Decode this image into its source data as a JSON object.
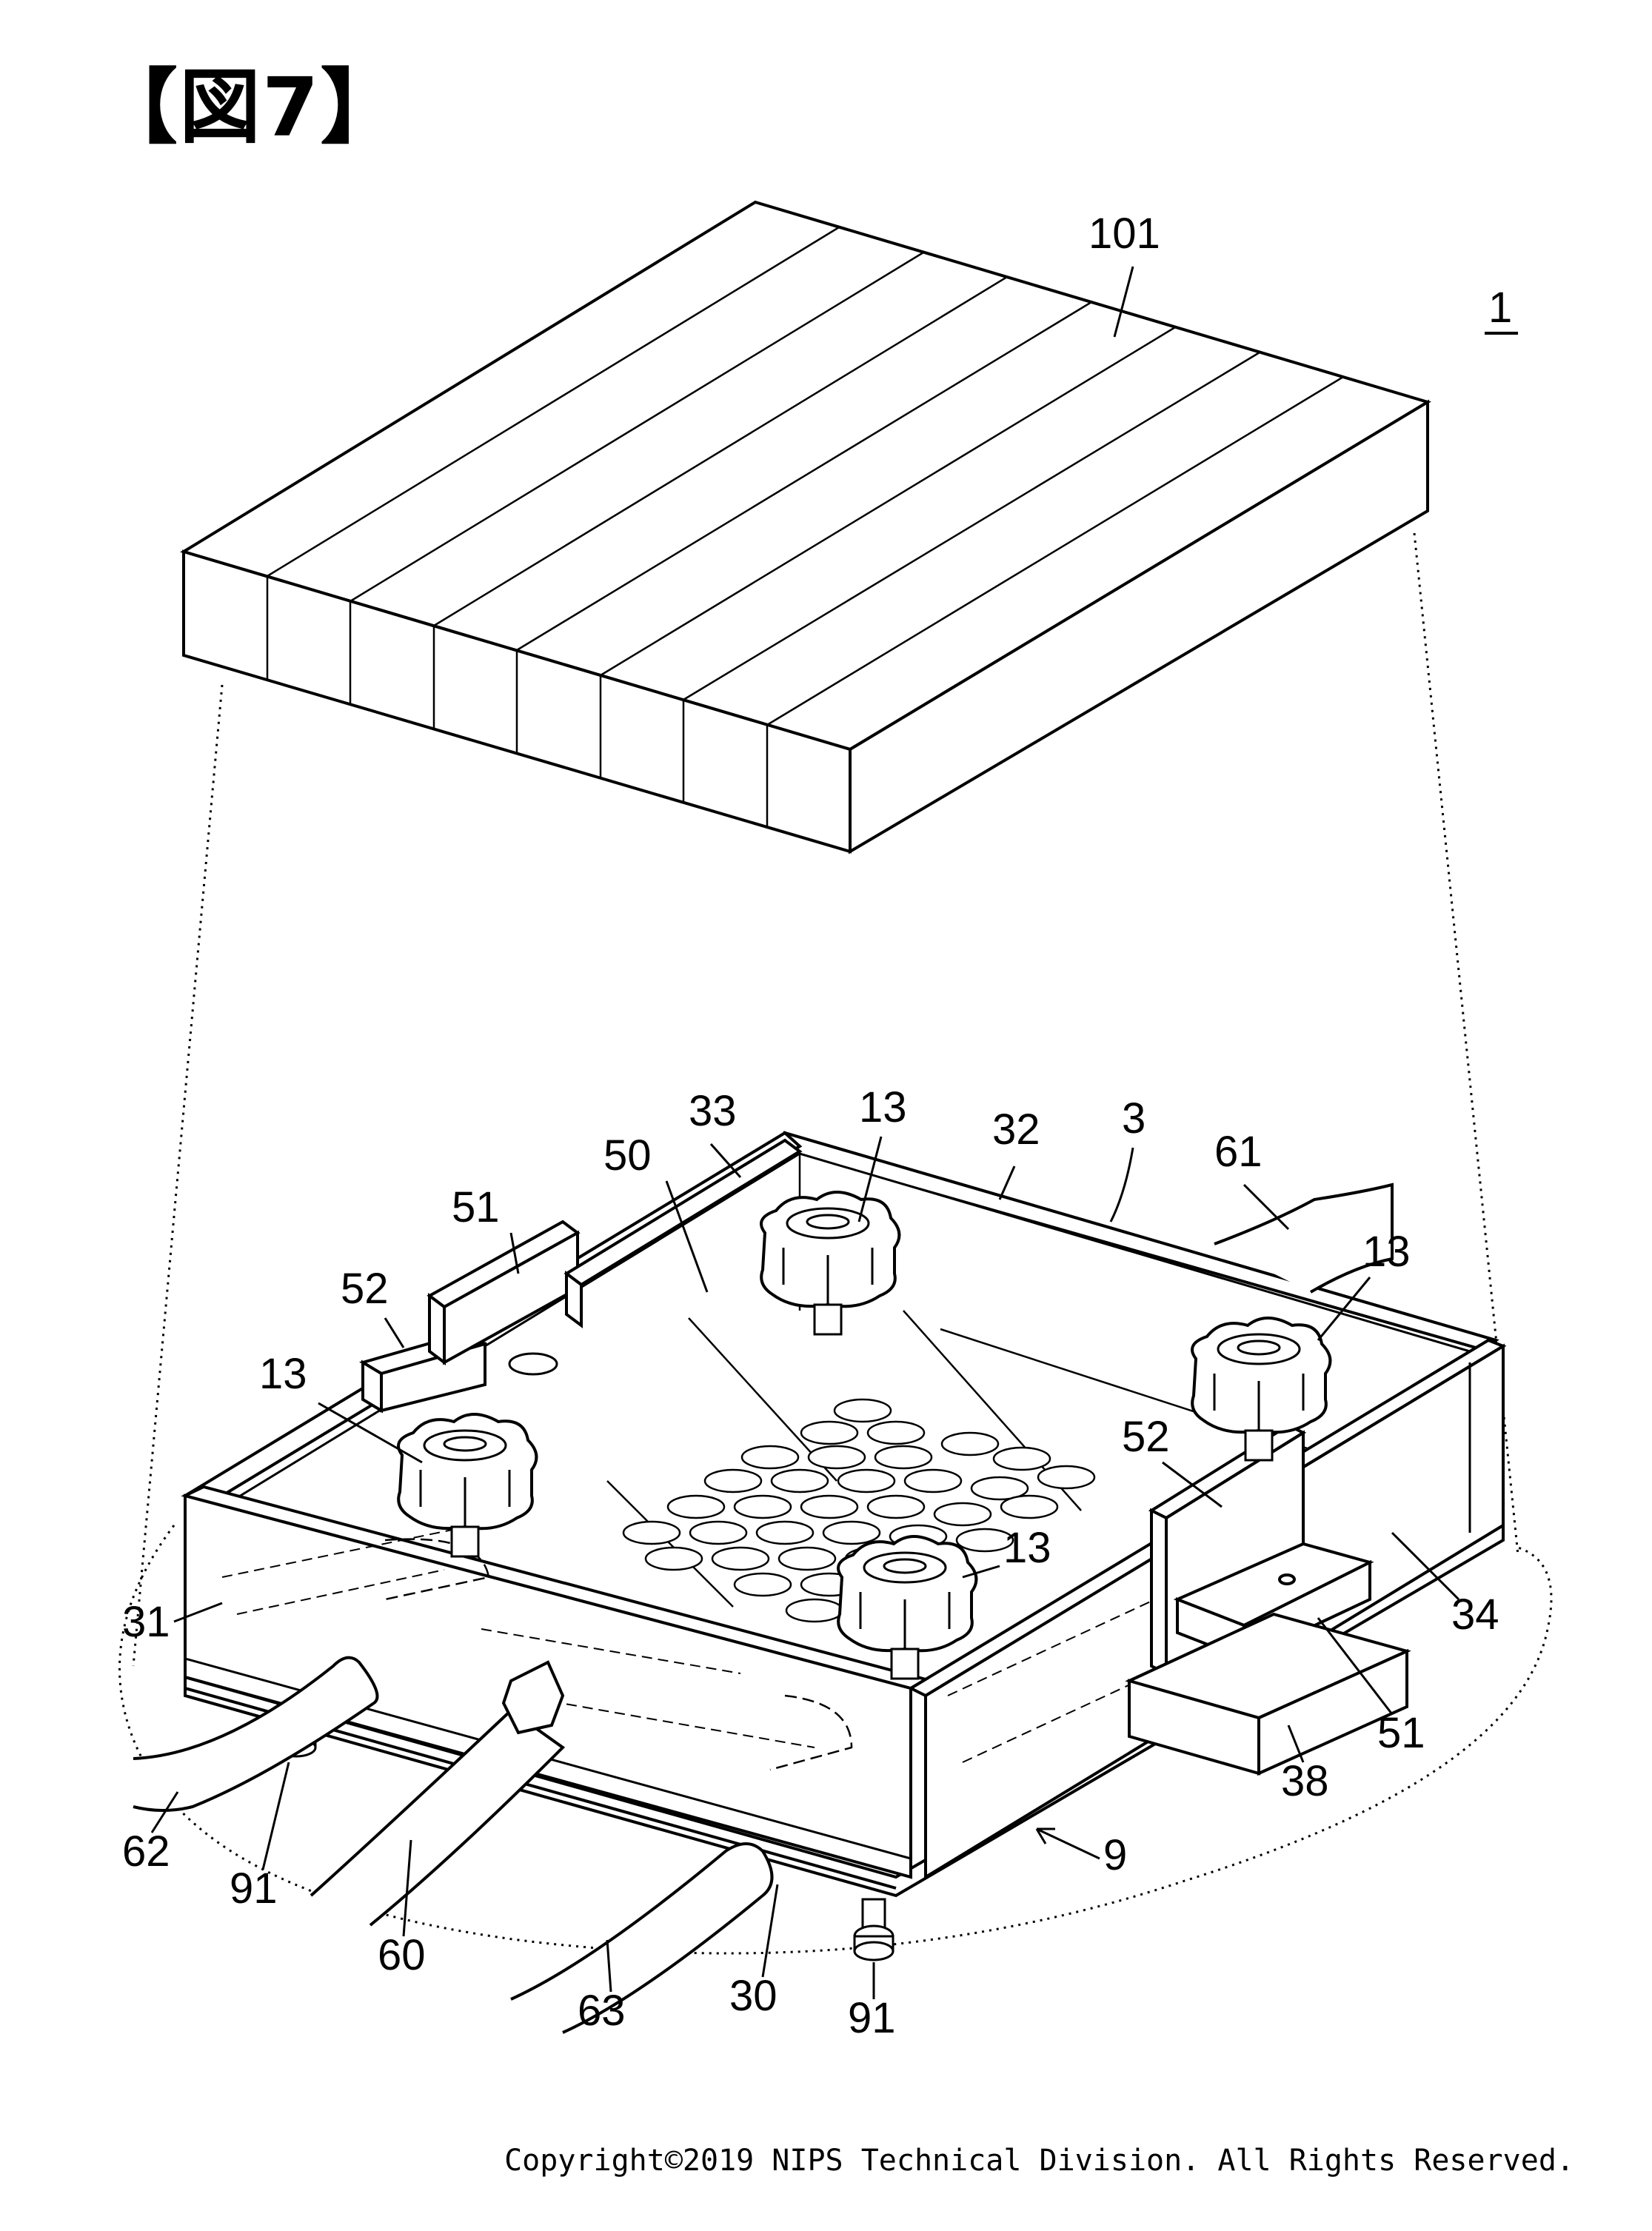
{
  "figure_title": "【図7】",
  "assembly_ref": "1",
  "labels": {
    "top_panel": "101",
    "tank": "3",
    "tank_bottom_wall": "30",
    "front_wall": "31",
    "rear_wall": "32",
    "left_wall": "33",
    "right_wall": "34",
    "bracket": "38",
    "plate": "50",
    "guide_left": "51",
    "guide_right": "51",
    "guide_base_left": "52",
    "guide_base_right": "52",
    "knob_top": "13",
    "knob_left": "13",
    "knob_right": "13",
    "knob_front": "13",
    "hose_60": "60",
    "hose_61": "61",
    "hose_62": "62",
    "hose_63": "63",
    "base_frame": "9",
    "foot_left": "91",
    "foot_right": "91"
  },
  "copyright": "Copyright©2019 NIPS Technical Division. All Rights Reserved."
}
